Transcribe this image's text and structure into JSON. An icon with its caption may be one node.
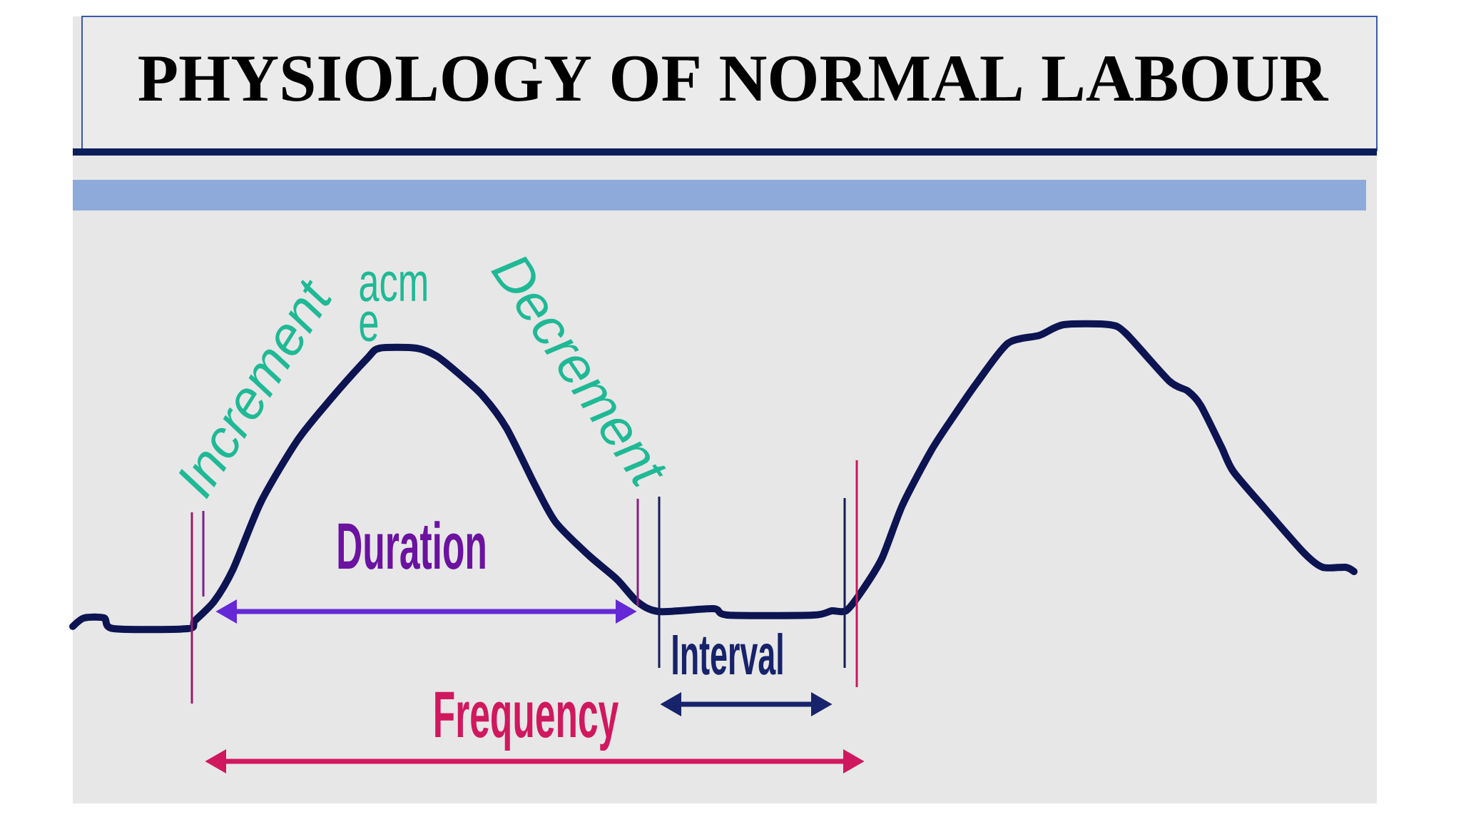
{
  "diagram": {
    "title": "PHYSIOLOGY OF NORMAL LABOUR",
    "labels": [
      "Increment",
      "acm e",
      "Decrement",
      "Duration",
      "Interval",
      "Frequency"
    ]
  }
}
